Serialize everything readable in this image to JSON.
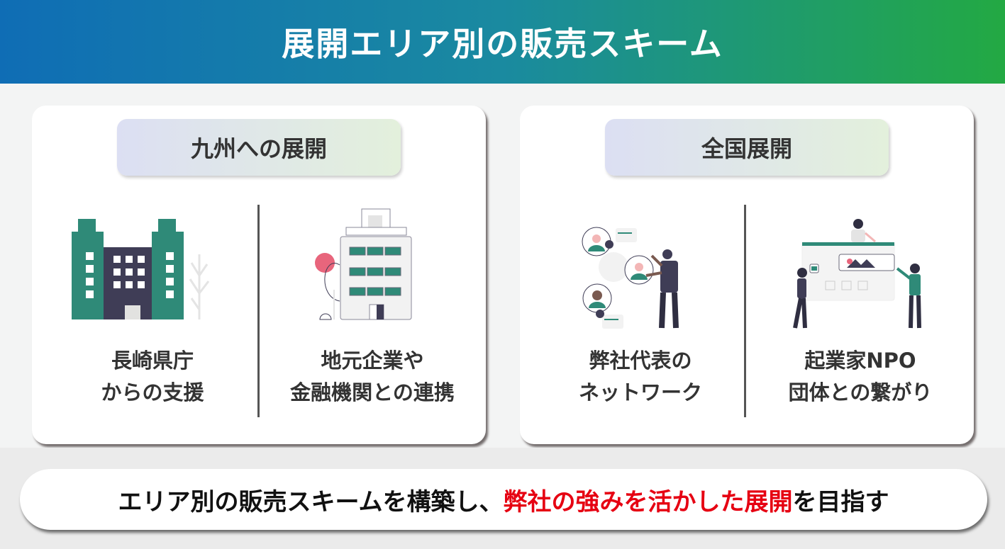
{
  "header": {
    "title": "展開エリア別の販売スキーム"
  },
  "cards": [
    {
      "title": "九州への展開",
      "items": [
        {
          "line1": "長崎県庁",
          "line2": "からの支援",
          "icon": "government-building-icon"
        },
        {
          "line1": "地元企業や",
          "line2": "金融機関との連携",
          "icon": "office-building-icon"
        }
      ]
    },
    {
      "title": "全国展開",
      "items": [
        {
          "line1": "弊社代表の",
          "line2": "ネットワーク",
          "icon": "network-people-icon"
        },
        {
          "line1": "起業家NPO",
          "line2": "団体との繋がり",
          "icon": "collaboration-people-icon"
        }
      ]
    }
  ],
  "footer": {
    "part1": "エリア別の販売スキームを構築し、",
    "highlight": "弊社の強みを活かした展開",
    "part2": "を目指す",
    "highlight_color": "#e60012"
  },
  "colors": {
    "green": "#2f8a78",
    "dark": "#3f3d56",
    "gradient_start": "#0f6db5",
    "gradient_end": "#23a943"
  }
}
